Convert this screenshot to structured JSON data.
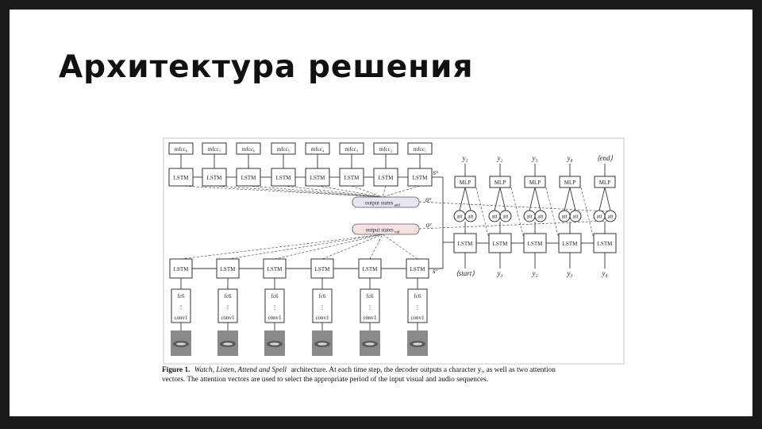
{
  "slide": {
    "title": "Архитектура решения"
  },
  "figure": {
    "top_inputs": [
      "mfcc₈",
      "mfcc₇",
      "mfcc₆",
      "mfcc₅",
      "mfcc₄",
      "mfcc₃",
      "mfcc₂",
      "mfcc₁"
    ],
    "lstm_label": "LSTM",
    "mlp_label": "MLP",
    "att_label": "att",
    "audio_state_symbol": "sᵃ",
    "video_state_symbol": "sᵛ",
    "audio_output_symbol": "oᵃ",
    "video_output_symbol": "oᵛ",
    "audio_output_label": "output states",
    "audio_output_sub": "aud",
    "video_output_label": "output states",
    "video_output_sub": "vid",
    "conv_top": "fc6",
    "conv_bottom": "conv1",
    "outputs": [
      "y₁",
      "y₂",
      "y₃",
      "y₄",
      "⟨end⟩"
    ],
    "decoder_inputs": [
      "⟨start⟩",
      "y₁",
      "y₂",
      "y₃",
      "y₄"
    ],
    "caption": {
      "prefix": "Figure 1.",
      "title": "Watch, Listen, Attend and Spell",
      "line1_rest": "architecture.  At each time step, the decoder outputs a character yᵢ, as well as two attention",
      "line2": "vectors. The attention vectors are used to select the appropriate period of the input visual and audio sequences."
    }
  }
}
